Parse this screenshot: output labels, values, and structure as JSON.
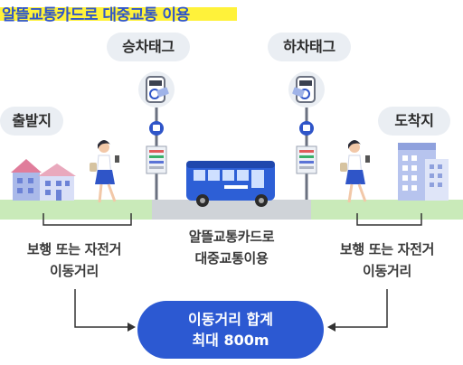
{
  "title": "알뜰교통카드로 대중교통 이용",
  "labels": {
    "boarding_tag": "승차태그",
    "alighting_tag": "하차태그",
    "origin": "출발지",
    "destination": "도착지",
    "left_distance": [
      "보행 또는 자전거",
      "이동거리"
    ],
    "middle_transit": [
      "알뜰교통카드로",
      "대중교통이용"
    ],
    "right_distance": [
      "보행 또는 자전거",
      "이동거리"
    ],
    "total": [
      "이동거리 합계",
      "최대 800m"
    ]
  },
  "colors": {
    "title_text": "#2f55c8",
    "title_highlight": "#fff23a",
    "total_pill": "#2c59d2",
    "bus": "#2d5fd6",
    "grass": "#c9eab9",
    "road": "#cfd3d8"
  }
}
